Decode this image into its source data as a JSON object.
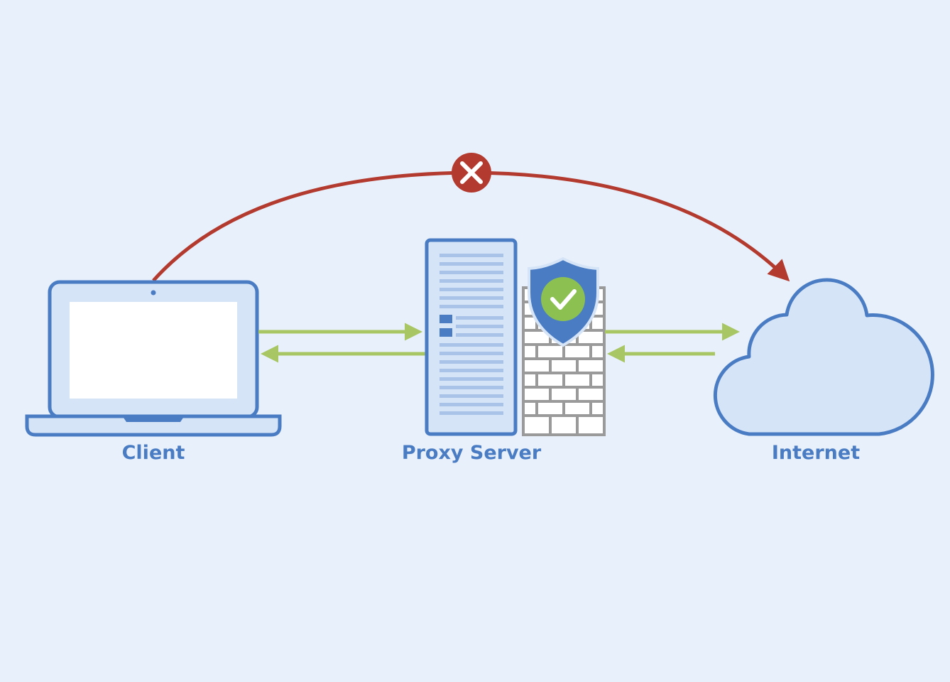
{
  "nodes": {
    "client": {
      "label": "Client",
      "icon": "laptop-icon"
    },
    "proxy": {
      "label": "Proxy Server",
      "icon": "server-icon",
      "badge_icon": "shield-check-icon",
      "wall_icon": "firewall-icon"
    },
    "internet": {
      "label": "Internet",
      "icon": "cloud-icon"
    }
  },
  "edges": [
    {
      "from": "client",
      "to": "internet",
      "status": "blocked",
      "icon": "x-icon"
    },
    {
      "from": "client",
      "to": "proxy",
      "status": "allowed"
    },
    {
      "from": "proxy",
      "to": "client",
      "status": "allowed"
    },
    {
      "from": "proxy",
      "to": "internet",
      "status": "allowed"
    },
    {
      "from": "internet",
      "to": "proxy",
      "status": "allowed"
    }
  ],
  "colors": {
    "background": "#e8f1fb",
    "outline": "#4a7cc4",
    "fill": "#d6e4f7",
    "label": "#4a7cc4",
    "allowed_arrow": "#a8c664",
    "blocked_arrow": "#b33a2e",
    "firewall": "#9a9a9a",
    "shield": "#4a7cc4",
    "check": "#8cc152"
  }
}
